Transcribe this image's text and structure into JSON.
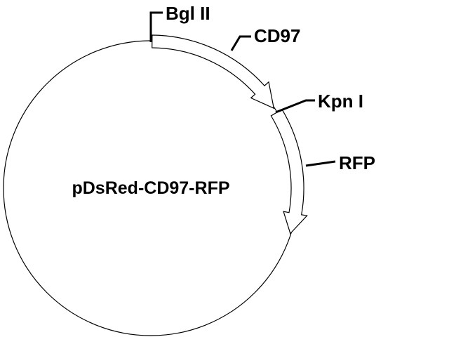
{
  "plasmid": {
    "name": "pDsRed-CD97-RFP"
  },
  "sites": [
    {
      "id": "bgl",
      "label": "Bgl II"
    },
    {
      "id": "kpn",
      "label": "Kpn I"
    }
  ],
  "features": [
    {
      "id": "cd97",
      "label": "CD97"
    },
    {
      "id": "rfp",
      "label": "RFP"
    }
  ],
  "colors": {
    "line": "#000000",
    "feature_fill": "#ffffff",
    "background": "#ffffff"
  }
}
